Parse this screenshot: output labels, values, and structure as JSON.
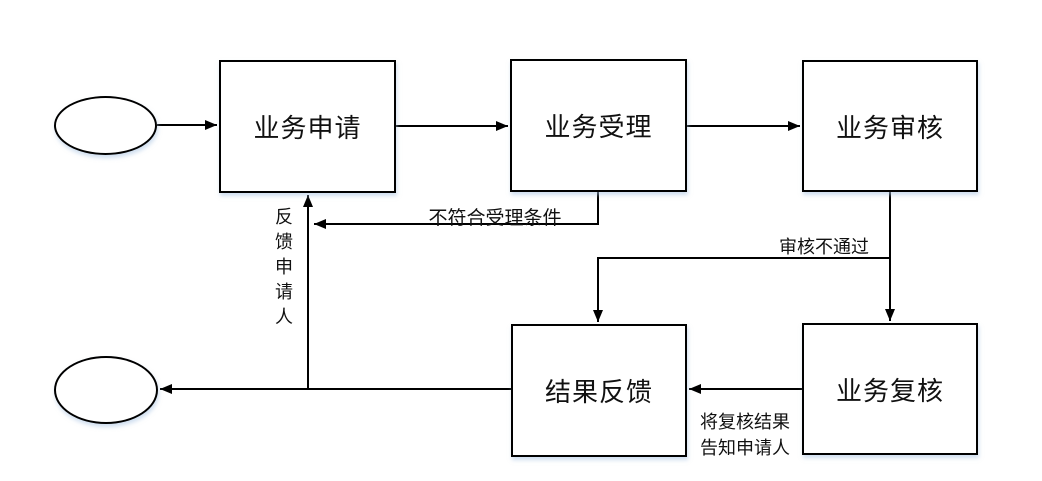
{
  "diagram": {
    "background": "#ffffff",
    "stroke_color": "#000000",
    "node_fill": "#ffffff",
    "nodes": {
      "start": {
        "shape": "ellipse",
        "label": ""
      },
      "apply": {
        "shape": "rect",
        "label": "业务申请"
      },
      "accept": {
        "shape": "rect",
        "label": "业务受理"
      },
      "review": {
        "shape": "rect",
        "label": "业务审核"
      },
      "result_feedback": {
        "shape": "rect",
        "label": "结果反馈"
      },
      "recheck": {
        "shape": "rect",
        "label": "业务复核"
      },
      "end": {
        "shape": "ellipse",
        "label": ""
      }
    },
    "edges": [
      {
        "from": "start",
        "to": "apply",
        "label": ""
      },
      {
        "from": "apply",
        "to": "accept",
        "label": ""
      },
      {
        "from": "accept",
        "to": "review",
        "label": ""
      },
      {
        "from": "accept",
        "to": "apply",
        "label": "不符合受理条件"
      },
      {
        "from": "review",
        "to": "recheck",
        "label": "审核不通过"
      },
      {
        "from": "review",
        "to": "result_feedback",
        "label": ""
      },
      {
        "from": "recheck",
        "to": "result_feedback",
        "label": "将复核结果告知申请人"
      },
      {
        "from": "result_feedback",
        "to": "end",
        "label": ""
      },
      {
        "from": "result_feedback",
        "to": "apply",
        "label": "反馈申请人"
      }
    ]
  }
}
